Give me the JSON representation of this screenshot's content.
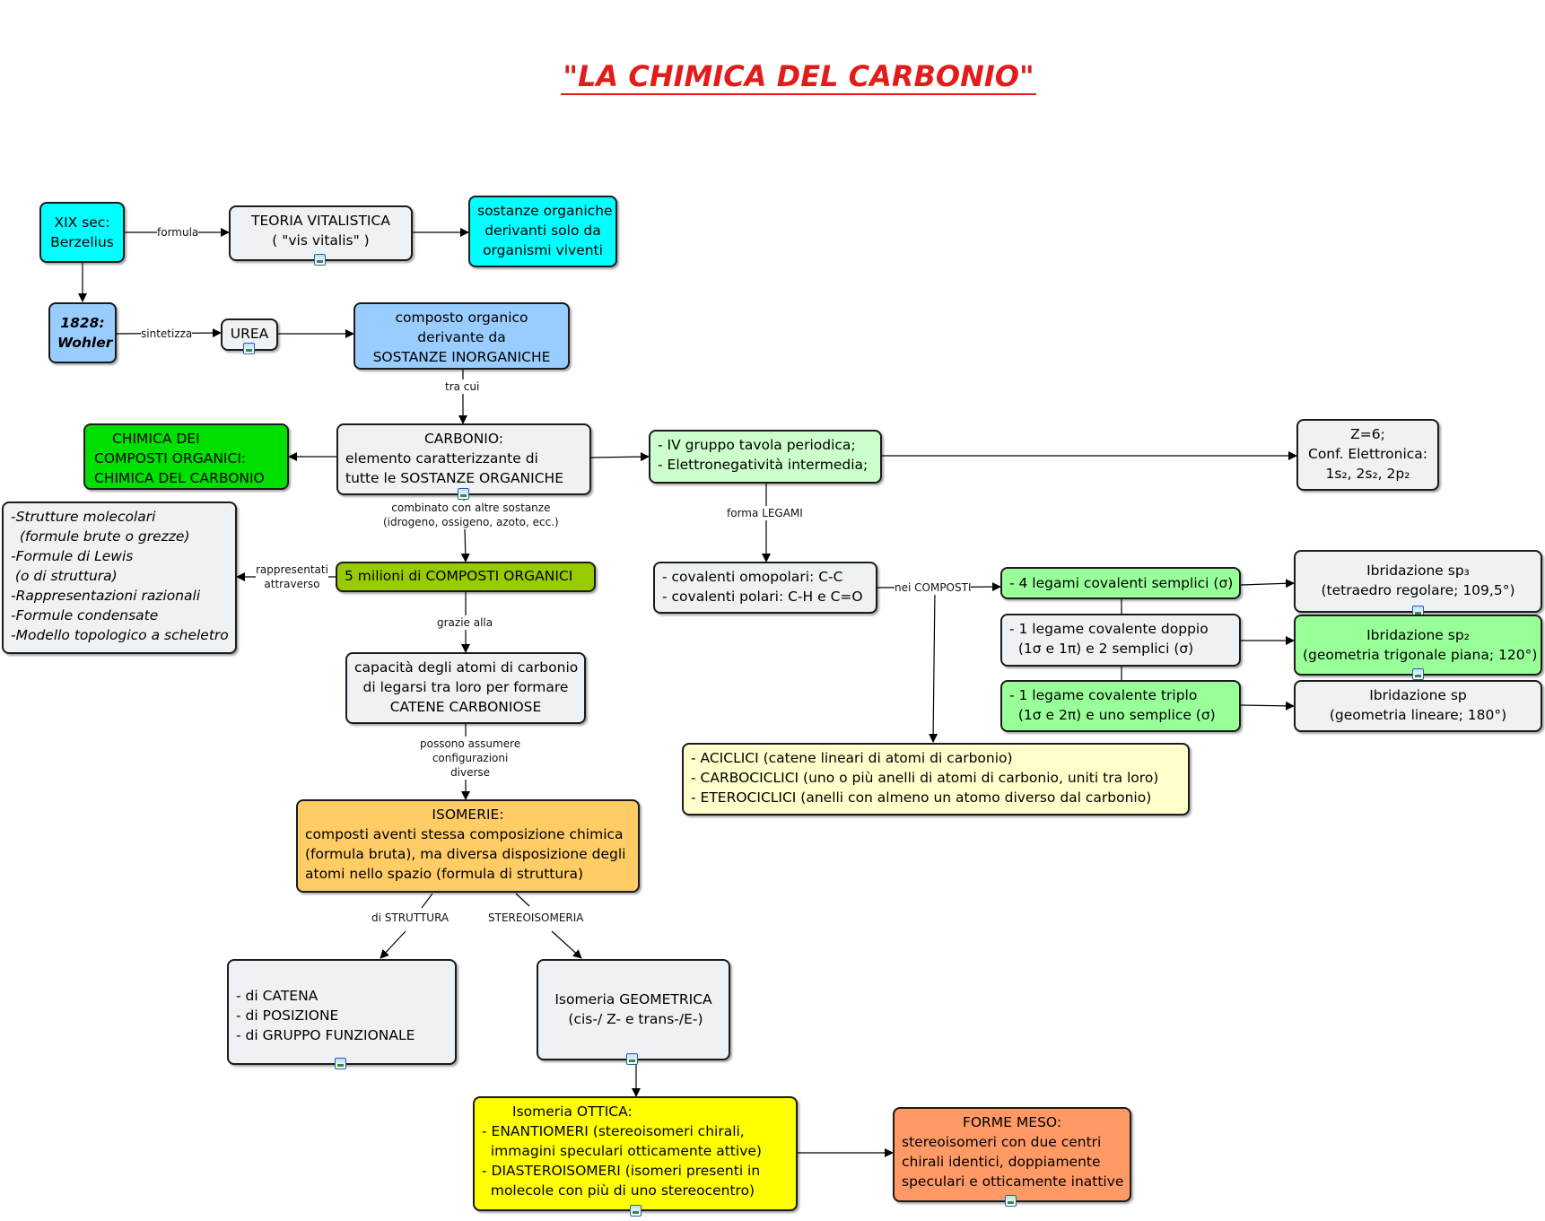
{
  "title": "\"LA CHIMICA DEL CARBONIO\"",
  "nodes": {
    "berzelius": [
      "XIX sec:",
      "Berzelius"
    ],
    "vitalistica": [
      "TEORIA VITALISTICA",
      "( \"vis vitalis\" )"
    ],
    "sostanze_organiche": [
      "sostanze organiche",
      "derivanti solo da",
      "organismi viventi"
    ],
    "wohler": [
      "1828:",
      "Wohler"
    ],
    "urea": [
      "UREA"
    ],
    "composto_organico": [
      "composto organico",
      "derivante da",
      "SOSTANZE INORGANICHE"
    ],
    "chimica_composti": [
      "CHIMICA DEI",
      "COMPOSTI ORGANICI:",
      "CHIMICA DEL CARBONIO"
    ],
    "carbonio": [
      "CARBONIO:",
      "elemento caratterizzante di",
      "tutte le SOSTANZE ORGANICHE"
    ],
    "gruppo": [
      "- IV gruppo tavola periodica;",
      "- Elettronegatività intermedia;"
    ],
    "z6": [
      "Z=6;",
      "Conf. Elettronica:",
      "1s₂, 2s₂, 2p₂"
    ],
    "strutture": [
      "-Strutture molecolari",
      "  (formule brute o grezze)",
      "-Formule di Lewis",
      " (o di struttura)",
      "-Rappresentazioni razionali",
      "-Formule condensate",
      "-Modello topologico a scheletro"
    ],
    "milioni": [
      "5 milioni di COMPOSTI ORGANICI"
    ],
    "covalenti": [
      "- covalenti omopolari: C-C",
      "- covalenti polari: C-H e C=O"
    ],
    "legami4": [
      "- 4 legami covalenti semplici (σ)"
    ],
    "sp3": [
      "Ibridazione sp₃",
      "(tetraedro regolare; 109,5°)"
    ],
    "doppio": [
      "- 1 legame covalente doppio",
      "  (1σ e 1π) e 2 semplici (σ)"
    ],
    "sp2": [
      "Ibridazione sp₂",
      "(geometria trigonale piana; 120°)"
    ],
    "triplo": [
      "- 1 legame covalente triplo",
      "  (1σ e 2π) e uno semplice (σ)"
    ],
    "sp": [
      "Ibridazione sp",
      "(geometria lineare; 180°)"
    ],
    "capacita": [
      "capacità degli atomi di carbonio",
      "di legarsi tra loro per formare",
      "CATENE CARBONIOSE"
    ],
    "aciclici": [
      "- ACICLICI (catene lineari di atomi di carbonio)",
      "- CARBOCICLICI (uno o più anelli di atomi di carbonio, uniti tra loro)",
      "- ETEROCICLICI (anelli con almeno un atomo diverso dal carbonio)"
    ],
    "isomerie": [
      "ISOMERIE:",
      "composti aventi stessa composizione chimica",
      "(formula bruta), ma diversa disposizione degli",
      "atomi nello spazio (formula di struttura)"
    ],
    "catena": [
      "- di CATENA",
      "- di POSIZIONE",
      "- di GRUPPO FUNZIONALE"
    ],
    "geometrica": [
      "Isomeria GEOMETRICA",
      " (cis-/ Z- e trans-/E-)"
    ],
    "ottica": [
      "Isomeria OTTICA:",
      "- ENANTIOMERI (stereoisomeri chirali,",
      "  immagini speculari otticamente attive)",
      "- DIASTEROISOMERI (isomeri presenti in",
      "  molecole con più di uno stereocentro)"
    ],
    "meso": [
      "FORME MESO:",
      "stereoisomeri con due centri",
      "chirali identici, doppiamente",
      "speculari e otticamente inattive"
    ]
  },
  "labels": {
    "formula": "formula",
    "sintetizza": "sintetizza",
    "tra_cui": "tra cui",
    "combinato": "combinato con altre sostanze\n(idrogeno, ossigeno, azoto, ecc.)",
    "rappresentati": "rappresentati\nattraverso",
    "forma_legami": "forma LEGAMI",
    "nei_composti": "nei COMPOSTI",
    "grazie_alla": "grazie alla",
    "possono": "possono assumere\nconfigurazioni\ndiverse",
    "di_struttura": "di STRUTTURA",
    "stereoisomeria": "STEREOISOMERIA"
  },
  "colors": {
    "cyan": "#00ffff",
    "light_blue": "#99ccff",
    "light_grey": "#eef2f4",
    "green": "#00e000",
    "light_green": "#ccffcc",
    "mid_green": "#99ff99",
    "olive_green": "#99cc00",
    "light_yellow": "#ffffcc",
    "orange": "#ffcc66",
    "yellow": "#ffff00",
    "salmon": "#ff9966",
    "title_red": "#e21b1b"
  }
}
